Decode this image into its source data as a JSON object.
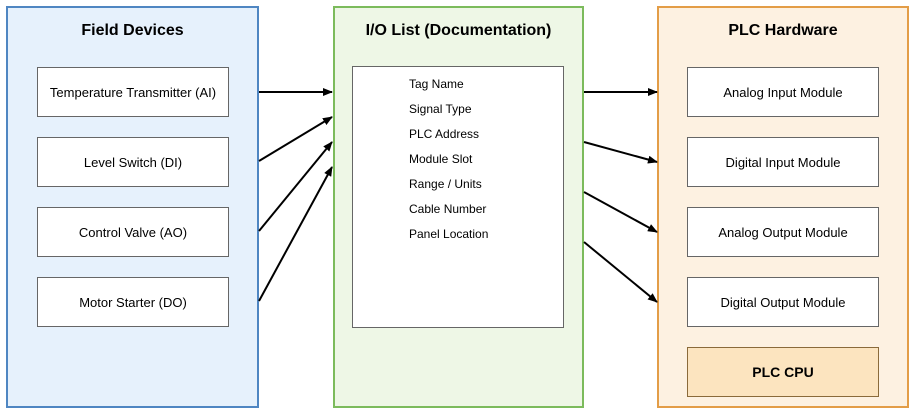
{
  "colors": {
    "field_fill": "#e6f1fc",
    "field_border": "#4f86c2",
    "io_fill": "#eef7e6",
    "io_border": "#7cbb5c",
    "plc_fill": "#fdf1e1",
    "plc_border": "#e39d47",
    "cpu_fill": "#fce4bf"
  },
  "field_devices": {
    "title": "Field Devices",
    "items": [
      "Temperature Transmitter (AI)",
      "Level Switch (DI)",
      "Control Valve (AO)",
      "Motor Starter (DO)"
    ]
  },
  "io_list": {
    "title": "I/O List (Documentation)",
    "fields": [
      "Tag Name",
      "Signal Type",
      "PLC Address",
      "Module Slot",
      "Range / Units",
      "Cable Number",
      "Panel Location"
    ]
  },
  "plc_hardware": {
    "title": "PLC Hardware",
    "modules": [
      "Analog Input Module",
      "Digital Input Module",
      "Analog Output Module",
      "Digital Output Module"
    ],
    "cpu": "PLC CPU"
  }
}
